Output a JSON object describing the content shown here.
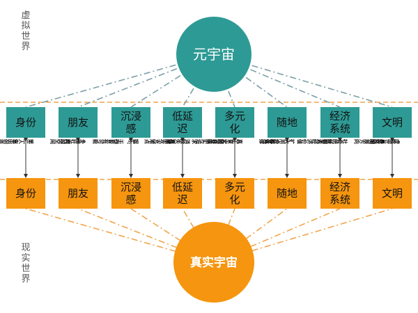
{
  "colors": {
    "teal": "#2e9a95",
    "orange": "#f6950f",
    "connector_top": "#7a9ea6",
    "connector_bottom": "#f0a44a",
    "dash_line": "#f0a44a",
    "arrow": "#333333"
  },
  "virtual_world": {
    "side_label_lines": [
      "虚",
      "拟",
      "世",
      "界"
    ],
    "hub": "元宇宙"
  },
  "real_world": {
    "side_label_lines": [
      "现",
      "实",
      "世",
      "界"
    ],
    "hub": "真实宇宙"
  },
  "columns": [
    {
      "top": [
        "身份"
      ],
      "bottom": [
        "身份"
      ],
      "left_note": "自由创造",
      "right_note": "第二人生"
    },
    {
      "top": [
        "朋友"
      ],
      "bottom": [
        "朋友"
      ],
      "left_note": "跨越空间",
      "right_note": "多维社交"
    },
    {
      "top": [
        "沉浸",
        "感"
      ],
      "bottom": [
        "沉浸",
        "感"
      ],
      "left_note": "一切皆有可能",
      "right_note": "娱乐、工作…"
    },
    {
      "top": [
        "低延",
        "迟"
      ],
      "bottom": [
        "低延",
        "迟"
      ],
      "left_note": "技术攻克难点",
      "right_note": "消除失真感"
    },
    {
      "top": [
        "多元",
        "化"
      ],
      "bottom": [
        "多元",
        "化"
      ],
      "left_note": "实现非现实追求",
      "right_note": "真正意义的自由"
    },
    {
      "top": [
        "随地"
      ],
      "bottom": [
        "随地"
      ],
      "left_note": "设备支撑",
      "right_note": "扩大用户群体"
    },
    {
      "top": [
        "经济",
        "系统"
      ],
      "bottom": [
        "经济",
        "系统"
      ],
      "left_note": "所有人经济价值",
      "right_note": "社会统计创造"
    },
    {
      "top": [
        "文明"
      ],
      "bottom": [
        "文明"
      ],
      "left_note": "最终发展方向",
      "right_note": "虚拟世界文明"
    }
  ]
}
